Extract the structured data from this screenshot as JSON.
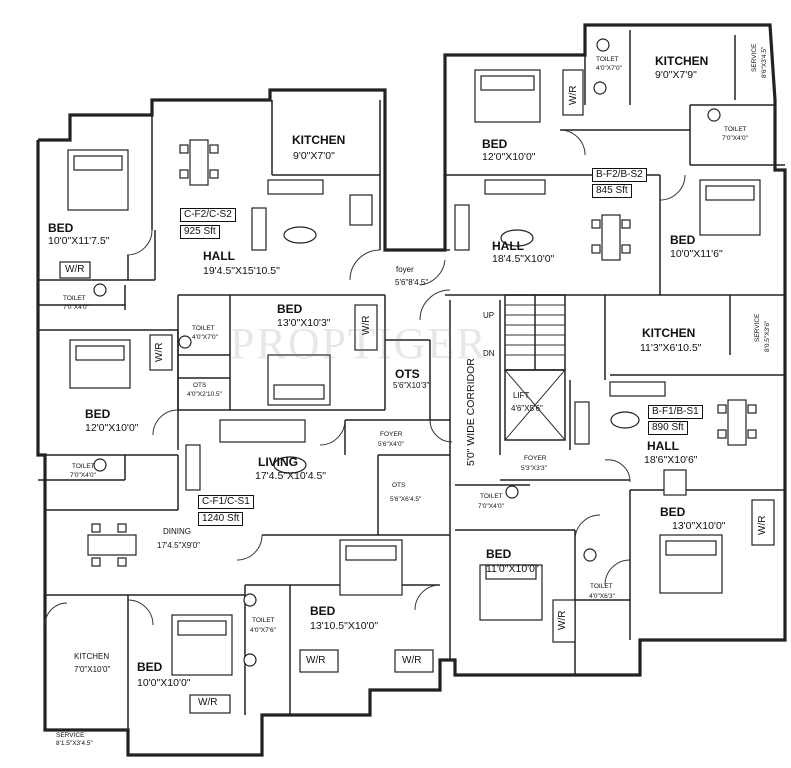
{
  "watermark": "PROPTIGER",
  "units": {
    "c_f2_c_s2": {
      "code": "C-F2/C-S2",
      "area": "925 Sft"
    },
    "b_f2_b_s2": {
      "code": "B-F2/B-S2",
      "area": "845 Sft"
    },
    "c_f1_c_s1": {
      "code": "C-F1/C-S1",
      "area": "1240 Sft"
    },
    "b_f1_b_s1": {
      "code": "B-F1/B-S1",
      "area": "890 Sft"
    }
  },
  "rooms": {
    "bed_tl": {
      "name": "BED",
      "dim": "10'0\"X11'7.5\""
    },
    "kitchen_c": {
      "name": "KITCHEN",
      "dim": "9'0\"X7'0\""
    },
    "hall_c": {
      "name": "HALL",
      "dim": "19'4.5\"X15'10.5\""
    },
    "bed_top_mid": {
      "name": "BED",
      "dim": "12'0\"X10'0\""
    },
    "kitchen_tr": {
      "name": "KITCHEN",
      "dim": "9'0\"X7'9\""
    },
    "service_tr": {
      "name": "SERVICE",
      "dim": "8'6\"X3'4.5\""
    },
    "toilet_tr": {
      "name": "TOILET",
      "dim": "4'0\"X7'0\""
    },
    "toilet_tr2": {
      "name": "TOILET",
      "dim": "7'0\"X4'0\""
    },
    "hall_b2": {
      "name": "HALL",
      "dim": "18'4.5\"X10'0\""
    },
    "bed_r_top": {
      "name": "BED",
      "dim": "10'0\"X11'6\""
    },
    "foyer_top": {
      "name": "foyer",
      "dim": "5'6\"8'4.5\""
    },
    "toilet_l1": {
      "name": "TOILET",
      "dim": "7'0\"X4'0\""
    },
    "bed_c_mid": {
      "name": "BED",
      "dim": "13'0\"X10'3\""
    },
    "toilet_c_mid": {
      "name": "TOILET",
      "dim": "4'0\"X7'0\""
    },
    "ots_small": {
      "name": "OTS",
      "dim": "4'0\"X2'10.5\""
    },
    "ots_mid": {
      "name": "OTS",
      "dim": "5'6\"X10'3\""
    },
    "bed_l_mid": {
      "name": "BED",
      "dim": "12'0\"X10'0\""
    },
    "toilet_l2": {
      "name": "TOILET",
      "dim": "7'0\"X4'0\""
    },
    "kitchen_r_mid": {
      "name": "KITCHEN",
      "dim": "11'3\"X6'10.5\""
    },
    "service_r_mid": {
      "name": "SERVICE",
      "dim": "8'0.5\"X3'6\""
    },
    "lift": {
      "name": "LIFT",
      "dim": "4'6\"X5'6\""
    },
    "foyer_c": {
      "name": "FOYER",
      "dim": "5'6\"X4'0\""
    },
    "foyer_b": {
      "name": "FOYER",
      "dim": "5'3\"X3'3\""
    },
    "living": {
      "name": "LIVING",
      "dim": "17'4.5\"X10'4.5\""
    },
    "ots_low": {
      "name": "OTS",
      "dim": "5'6\"X6'4.5\""
    },
    "hall_b1": {
      "name": "HALL",
      "dim": "18'6\"X10'6\""
    },
    "dining": {
      "name": "DINING",
      "dim": "17'4.5\"X9'0\""
    },
    "toilet_b_mid": {
      "name": "TOILET",
      "dim": "7'0\"X4'0\""
    },
    "bed_b_mid": {
      "name": "BED",
      "dim": "11'0\"X10'0\""
    },
    "bed_r_low": {
      "name": "BED",
      "dim": "13'0\"X10'0\""
    },
    "toilet_r_low": {
      "name": "TOILET",
      "dim": "4'0\"X6'3\""
    },
    "bed_c_low": {
      "name": "BED",
      "dim": "13'10.5\"X10'0\""
    },
    "toilet_c_low": {
      "name": "TOILET",
      "dim": "4'0\"X7'6\""
    },
    "kitchen_bl": {
      "name": "KITCHEN",
      "dim": "7'0\"X10'0\""
    },
    "bed_bl": {
      "name": "BED",
      "dim": "10'0\"X10'0\""
    },
    "service_bl": {
      "name": "SERVICE",
      "dim": "8'1.5\"X3'4.5\""
    }
  },
  "labels": {
    "corridor": "5'0\" WIDE CORRIDOR",
    "up": "UP",
    "dn": "DN",
    "wr": "W/R"
  }
}
